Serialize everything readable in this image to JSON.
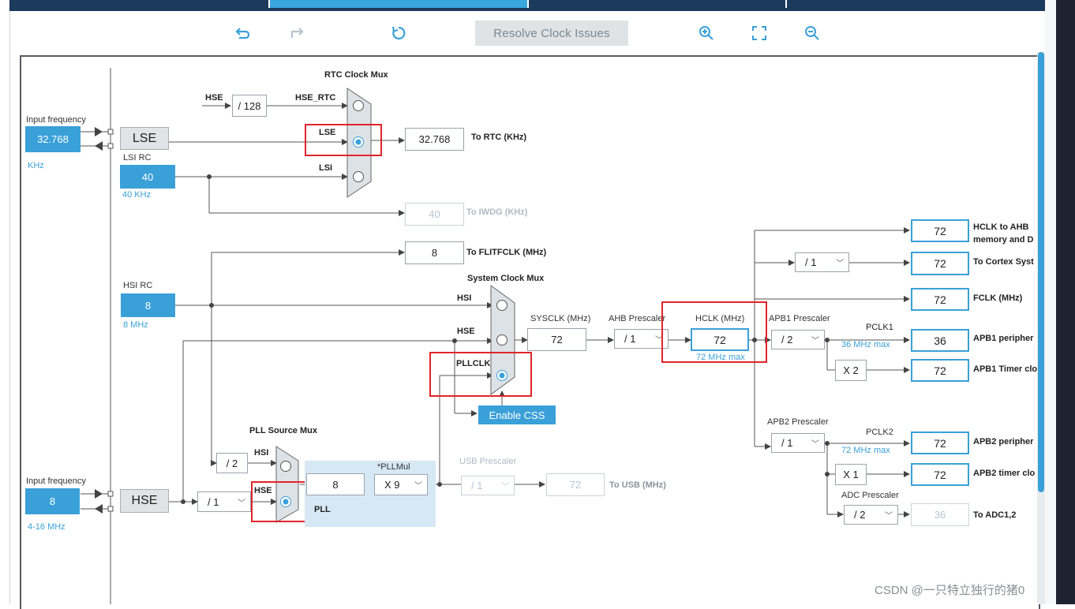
{
  "toolbar": {
    "undo_icon": "undo-icon",
    "redo_icon": "redo-icon",
    "reset_icon": "reset-icon",
    "resolve_label": "Resolve Clock Issues",
    "zoom_in_icon": "zoom-in-icon",
    "fit_icon": "fit-to-screen-icon",
    "zoom_out_icon": "zoom-out-icon"
  },
  "left": {
    "lse_freq_label": "Input frequency",
    "lse_freq_value": "32.768",
    "lse_freq_unit": "KHz",
    "lse_label": "LSE",
    "lsi_rc_label": "LSI RC",
    "lsi_value": "40",
    "lsi_unit": "40 KHz",
    "hsi_rc_label": "HSI RC",
    "hsi_value": "8",
    "hsi_unit": "8 MHz",
    "hse_freq_label": "Input frequency",
    "hse_freq_value": "8",
    "hse_freq_unit": "4-16 MHz",
    "hse_label": "HSE"
  },
  "rtc": {
    "title": "RTC Clock Mux",
    "hse_in": "HSE",
    "div128": "/ 128",
    "hse_rtc": "HSE_RTC",
    "lse": "LSE",
    "lsi": "LSI",
    "rtc_value": "32.768",
    "rtc_label": "To RTC (KHz)",
    "iwdg_value": "40",
    "iwdg_label": "To IWDG (KHz)",
    "flit_value": "8",
    "flit_label": "To FLITFCLK (MHz)"
  },
  "sysmux": {
    "title": "System Clock Mux",
    "hsi": "HSI",
    "hse": "HSE",
    "pllclk": "PLLCLK",
    "enable_css": "Enable CSS"
  },
  "pll": {
    "source_title": "PLL Source Mux",
    "hsi": "HSI",
    "hse": "HSE",
    "div2": "/ 2",
    "hse_div": "/ 1",
    "pll_label": "PLL",
    "pll_value": "8",
    "pllmul_label": "*PLLMul",
    "pllmul_value": "X 9"
  },
  "usb": {
    "title": "USB Prescaler",
    "div": "/ 1",
    "value": "72",
    "label": "To USB (MHz)"
  },
  "core": {
    "sysclk_label": "SYSCLK (MHz)",
    "sysclk_value": "72",
    "ahb_label": "AHB Prescaler",
    "ahb_value": "/ 1",
    "hclk_label": "HCLK (MHz)",
    "hclk_value": "72",
    "hclk_max": "72 MHz max"
  },
  "outputs": {
    "ahb_value": "72",
    "ahb_label_1": "HCLK to AHB",
    "ahb_label_2": "memory and D",
    "cortex_div": "/ 1",
    "cortex_value": "72",
    "cortex_label": "To Cortex Syst",
    "fclk_value": "72",
    "fclk_label": "FCLK (MHz)",
    "apb1_title": "APB1 Prescaler",
    "apb1_div": "/ 2",
    "pclk1": "PCLK1",
    "pclk1_max": "36 MHz max",
    "apb1_periph_value": "36",
    "apb1_periph_label": "APB1 peripher",
    "apb1_timer_mul": "X 2",
    "apb1_timer_value": "72",
    "apb1_timer_label": "APB1 Timer clo",
    "apb2_title": "APB2 Prescaler",
    "apb2_div": "/ 1",
    "pclk2": "PCLK2",
    "pclk2_max": "72 MHz max",
    "apb2_periph_value": "72",
    "apb2_periph_label": "APB2 peripher",
    "apb2_timer_mul": "X 1",
    "apb2_timer_value": "72",
    "apb2_timer_label": "APB2 timer clo",
    "adc_title": "ADC Prescaler",
    "adc_div": "/ 2",
    "adc_value": "36",
    "adc_label": "To ADC1,2"
  },
  "watermark": "CSDN @一只特立独行的猪0"
}
